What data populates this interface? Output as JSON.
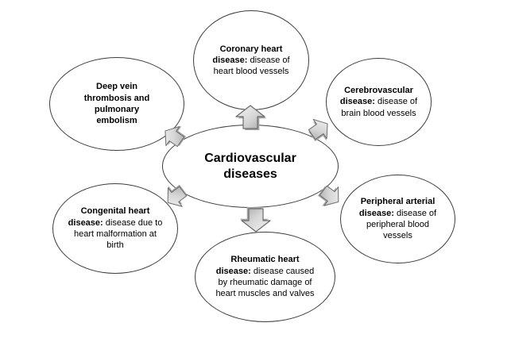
{
  "diagram": {
    "center_label": "Cardiovascular diseases",
    "nodes": {
      "deep_vein": {
        "bold": "Deep vein thrombosis and pulmonary embolism",
        "rest": ""
      },
      "coronary": {
        "bold": "Coronary heart disease:",
        "rest": " disease of heart blood vessels"
      },
      "cerebrovascular": {
        "bold": "Cerebrovascular disease:",
        "rest": " disease of brain blood vessels"
      },
      "peripheral": {
        "bold": "Peripheral arterial disease:",
        "rest": " disease of peripheral blood vessels"
      },
      "rheumatic": {
        "bold": "Rheumatic heart disease:",
        "rest": " disease caused by rheumatic damage of heart muscles and valves"
      },
      "congenital": {
        "bold": "Congenital heart disease:",
        "rest": " disease due to heart malformation at birth"
      }
    },
    "arrows": [
      "up",
      "up-right",
      "down-right",
      "down",
      "down-left",
      "up-left"
    ],
    "colors": {
      "background": "#ffffff",
      "ellipse_border": "#3d3d3d",
      "text": "#000000",
      "arrow_fill_light": "#f0f0f0",
      "arrow_fill_dark": "#aaaaaa",
      "arrow_outline": "#6b6b6b",
      "arrow_shadow": "#a3a3a3"
    }
  }
}
